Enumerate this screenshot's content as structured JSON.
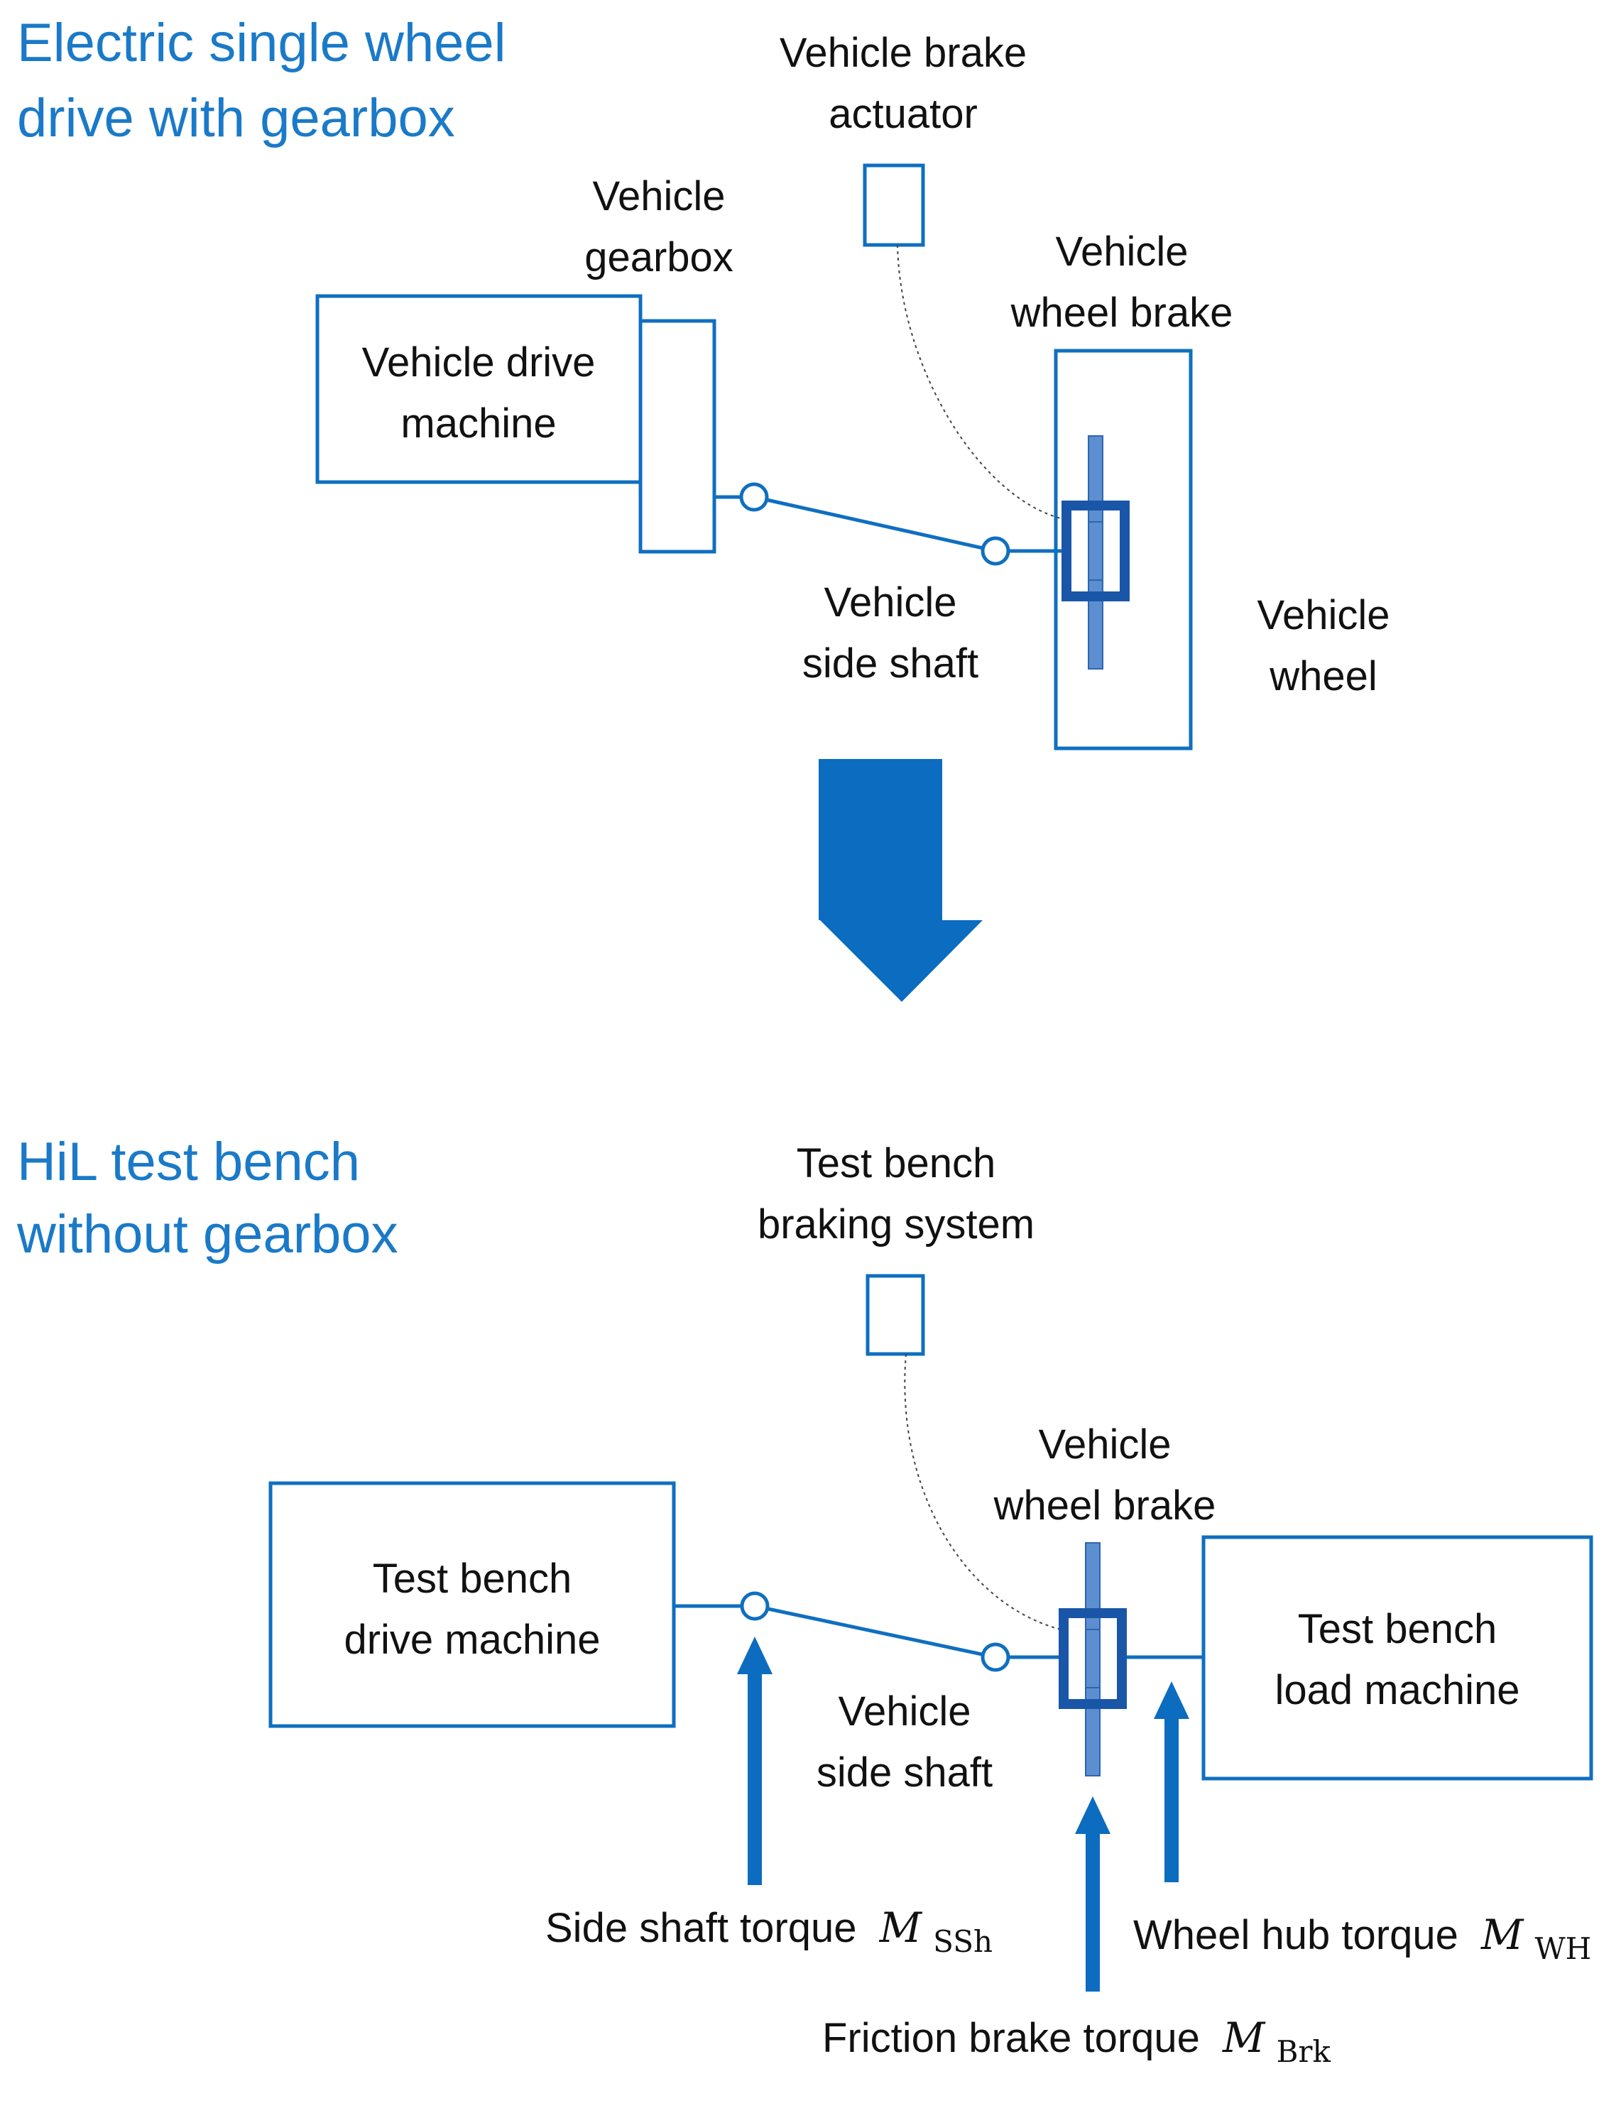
{
  "colors": {
    "primary_blue": "#0f6fc0",
    "heading_blue": "#1a7ac8",
    "brake_disc": "#5b8fd0",
    "caliper": "#1a56a8",
    "arrow": "#0b6cc0"
  },
  "top": {
    "heading_line1": "Electric single wheel",
    "heading_line2": "drive with gearbox",
    "brake_actuator_line1": "Vehicle brake",
    "brake_actuator_line2": "actuator",
    "gearbox_line1": "Vehicle",
    "gearbox_line2": "gearbox",
    "drive_machine_line1": "Vehicle drive",
    "drive_machine_line2": "machine",
    "wheel_brake_line1": "Vehicle",
    "wheel_brake_line2": "wheel brake",
    "side_shaft_line1": "Vehicle",
    "side_shaft_line2": "side shaft",
    "wheel_line1": "Vehicle",
    "wheel_line2": "wheel"
  },
  "bottom": {
    "heading_line1": "HiL test bench",
    "heading_line2": "without gearbox",
    "braking_system_line1": "Test bench",
    "braking_system_line2": "braking system",
    "drive_machine_line1": "Test bench",
    "drive_machine_line2": "drive machine",
    "wheel_brake_line1": "Vehicle",
    "wheel_brake_line2": "wheel brake",
    "side_shaft_line1": "Vehicle",
    "side_shaft_line2": "side shaft",
    "load_machine_line1": "Test bench",
    "load_machine_line2": "load machine"
  },
  "torques": {
    "side_shaft_label": "Side shaft torque",
    "side_shaft_symbol": "M",
    "side_shaft_subscript": "SSh",
    "wheel_hub_label": "Wheel hub torque",
    "wheel_hub_symbol": "M",
    "wheel_hub_subscript": "WH",
    "friction_brake_label": "Friction brake torque",
    "friction_brake_symbol": "M",
    "friction_brake_subscript": "Brk"
  },
  "icons": {
    "transition_arrow": "down-arrow-icon",
    "torque_arrow": "up-arrow-icon"
  }
}
